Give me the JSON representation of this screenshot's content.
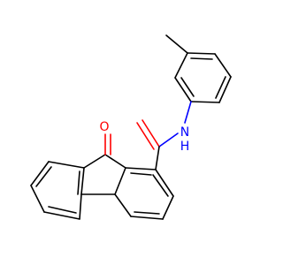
{
  "molecule": {
    "atoms": {
      "O": {
        "label": "O",
        "color": "#ff0000"
      },
      "N": {
        "label": "N",
        "color": "#0000ff"
      },
      "H": {
        "label": "H",
        "color": "#0000ff"
      }
    },
    "bond_color": "#000000",
    "background": "#ffffff"
  }
}
